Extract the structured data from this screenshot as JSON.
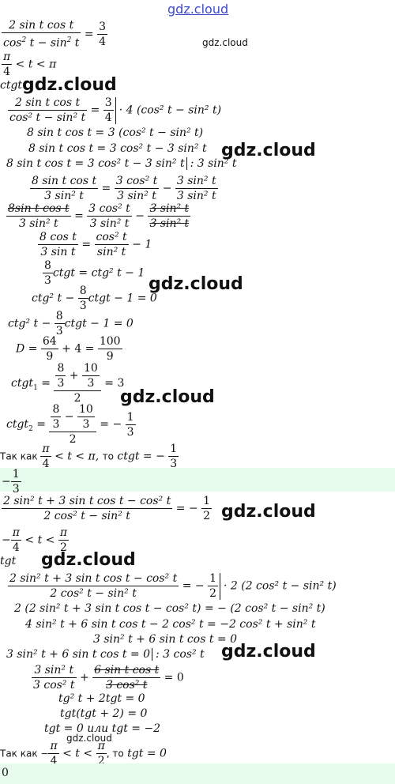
{
  "watermark": {
    "text": "gdz.cloud"
  },
  "problem1": {
    "eq": {
      "lnum": "2 sin t cos t",
      "lden_a": "cos",
      "lden_b": "t − sin",
      "lden_c": "t",
      "eq": "=",
      "rnum": "3",
      "rden": "4"
    },
    "cond": {
      "a_num": "π",
      "a_den": "4",
      "rest": " <  t  <  π"
    },
    "ask": "ctgt",
    "s1": {
      "lnum": "2 sin t cos t",
      "lden": "cos² t − sin² t",
      "eq": "=",
      "rnum": "3",
      "rden": "4",
      "mult": "· 4 (cos² t − sin² t)"
    },
    "s2": "8 sin t cos t = 3 (cos² t − sin² t)",
    "s3": "8 sin t cos t = 3 cos² t − 3 sin² t",
    "s4": {
      "left": "8 sin t cos t = 3 cos² t − 3 sin² t",
      "right": ": 3 sin² t"
    },
    "s5": {
      "a_num": "8 sin t cos t",
      "a_den": "3 sin² t",
      "eq": "=",
      "b_num": "3 cos² t",
      "b_den": "3 sin² t",
      "minus": "−",
      "c_num": "3 sin² t",
      "c_den": "3 sin² t"
    },
    "s6": {
      "a_num": "8sin t cos t",
      "a_den": "3 sin² t",
      "eq": "=",
      "b_num": "3 cos² t",
      "b_den": "3 sin² t",
      "minus": "−",
      "c_num": "3 sin² t",
      "c_den": "3 sin² t"
    },
    "s7": {
      "a_num": "8 cos t",
      "a_den": "3 sin t",
      "eq": "=",
      "b_num": "cos² t",
      "b_den": "sin² t",
      "rest": " − 1"
    },
    "s8": {
      "a_num": "8",
      "a_den": "3",
      "rest": "ctgt = ctg² t − 1"
    },
    "s9": {
      "lead": "ctg² t − ",
      "a_num": "8",
      "a_den": "3",
      "rest": "ctgt − 1 = 0"
    },
    "s10": {
      "lead": "ctg² t − ",
      "a_num": "8",
      "a_den": "3",
      "rest": "ctgt − 1 = 0"
    },
    "s11": {
      "lead": "D = ",
      "a_num": "64",
      "a_den": "9",
      "mid": " + 4 = ",
      "b_num": "100",
      "b_den": "9"
    },
    "s12": {
      "lead": "ctgt",
      "sub": "1",
      "eq": " = ",
      "n1": "8",
      "d1": "3",
      "plus": " + ",
      "n2": "10",
      "d2": "3",
      "den": "2",
      "rest": " = 3"
    },
    "s13": {
      "lead": "ctgt",
      "sub": "2",
      "eq": " = ",
      "n1": "8",
      "d1": "3",
      "minus": " − ",
      "n2": "10",
      "d2": "3",
      "den": "2",
      "rest": " = − ",
      "rn": "1",
      "rd": "3"
    },
    "since": {
      "pre": "Так как ",
      "a_num": "π",
      "a_den": "4",
      "mid": " <  t  <  π, ",
      "to": "то",
      "post": " ctgt = − ",
      "r_num": "1",
      "r_den": "3"
    },
    "answer": {
      "sign": "−",
      "num": "1",
      "den": "3"
    }
  },
  "problem2": {
    "eq": {
      "lnum": "2 sin² t + 3 sin t cos t − cos² t",
      "lden": "2 cos² t − sin² t",
      "eq": "= −",
      "rnum": "1",
      "rden": "2"
    },
    "cond": {
      "lead": "−",
      "a_num": "π",
      "a_den": "4",
      "mid": " <  t  <  ",
      "b_num": "π",
      "b_den": "2"
    },
    "ask": "tgt",
    "s1": {
      "lnum": "2 sin² t + 3 sin t cos t − cos² t",
      "lden": "2 cos² t − sin² t",
      "eq": "= −",
      "rnum": "1",
      "rden": "2",
      "mult": "· 2 (2 cos² t − sin² t)"
    },
    "s2": "2 (2 sin² t + 3 sin t cos t − cos² t) = − (2 cos² t − sin² t)",
    "s3": "4 sin² t + 6 sin t cos t − 2 cos² t = −2 cos² t + sin² t",
    "s4": "3 sin² t + 6 sin t cos t = 0",
    "s5": {
      "left": "3 sin² t + 6 sin t cos t = 0",
      "right": ": 3 cos² t"
    },
    "s6": {
      "a_num": "3 sin² t",
      "a_den": "3 cos² t",
      "plus": "+",
      "b_num": "6 sin t cos t",
      "b_den": "3 cos² t",
      "rest": " = 0"
    },
    "s7": "tg² t + 2tgt = 0",
    "s8": "tgt(tgt + 2) = 0",
    "s9": {
      "a": "tgt = 0 ",
      "or": "или",
      "b": " tgt = −2"
    },
    "since": {
      "pre": "Так как −",
      "a_num": "π",
      "a_den": "4",
      "mid": " <  t  <  ",
      "b_num": "π",
      "b_den": "2",
      "to": ", то",
      "post": " tgt = 0"
    },
    "answer": "0"
  }
}
